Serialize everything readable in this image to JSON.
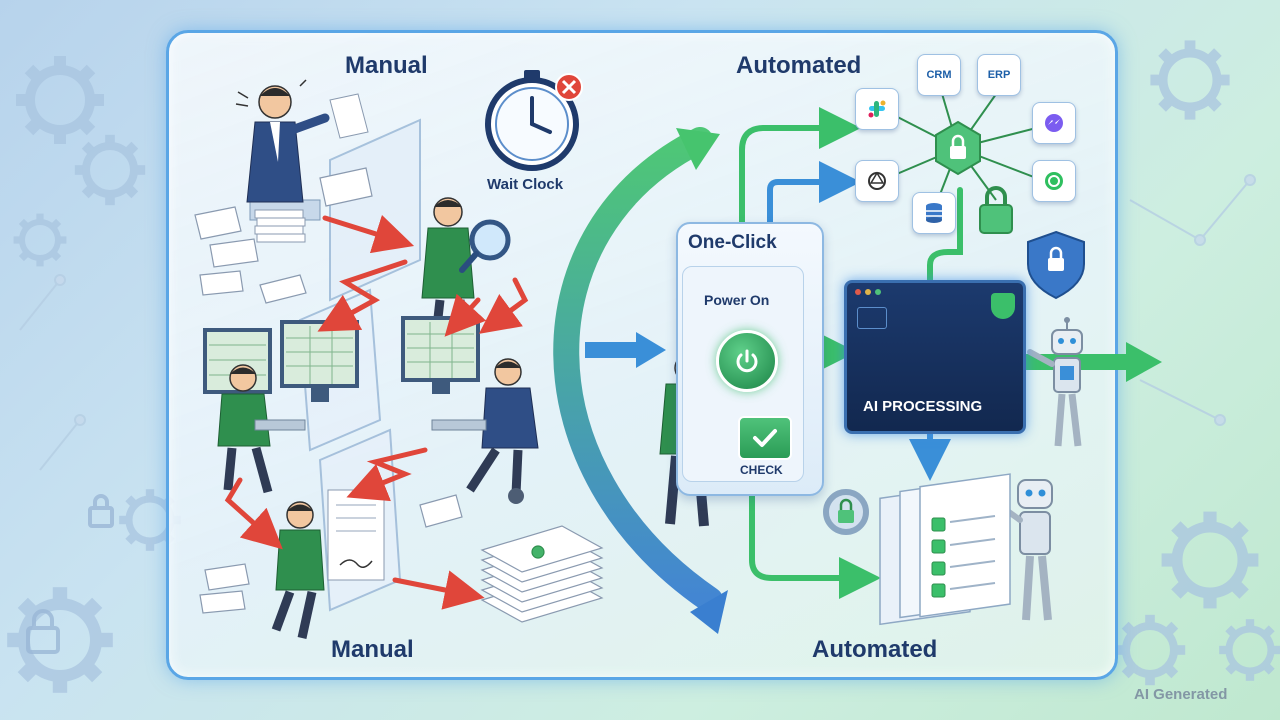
{
  "labels": {
    "manual_top": "Manual",
    "manual_bottom": "Manual",
    "automated_top": "Automated",
    "automated_bottom": "Automated",
    "wait_clock": "Wait Clock",
    "one_click": "One-Click",
    "power_on": "Power On",
    "check": "CHECK",
    "ai_processing": "AI PROCESSING"
  },
  "integration_tiles": [
    "CRM",
    "ERP"
  ],
  "icons": {
    "clock": "stopwatch-icon",
    "error": "x-circle-icon",
    "power": "power-icon",
    "check": "checkmark-icon",
    "brain": "brain-icon",
    "lock": "lock-icon",
    "shield": "shield-lock-icon",
    "database": "database-icon",
    "messenger": "messenger-icon",
    "whatsapp": "whatsapp-icon",
    "openai": "openai-icon",
    "slack": "slack-icon",
    "gear": "gear-icon",
    "robot": "robot-icon"
  },
  "colors": {
    "manual_arrow": "#e0463a",
    "auto_arrow": "#3bbf6a",
    "blue_arrow": "#3a8fd8",
    "title_text": "#1f3a6b",
    "panel_border": "#5aa6e6",
    "power_green": "#2f9a5a"
  },
  "watermark": "AI Generated"
}
